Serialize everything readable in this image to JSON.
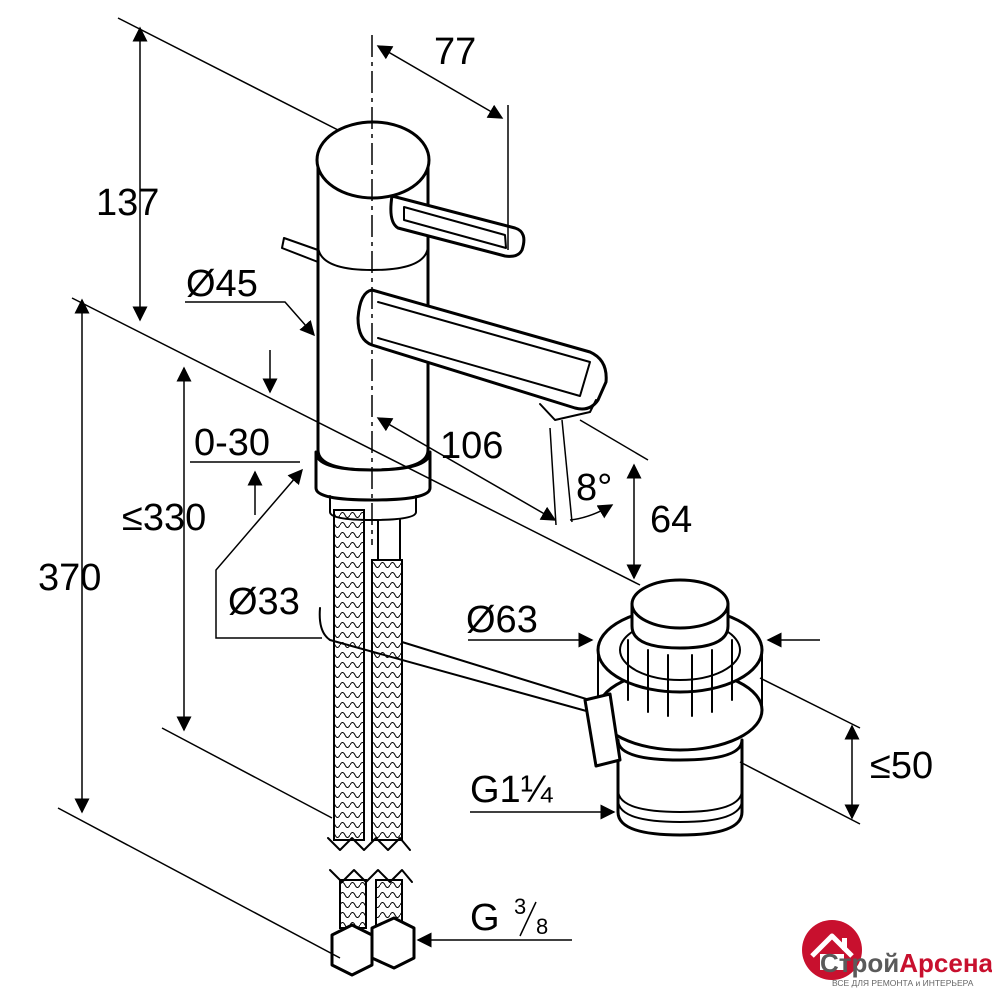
{
  "dimensions": {
    "d77": "77",
    "d137": "137",
    "d45": "Ø45",
    "d0_30": "0-30",
    "d330": "≤330",
    "d106": "106",
    "d8deg": "8°",
    "d64": "64",
    "d370": "370",
    "d33": "Ø33",
    "d63": "Ø63",
    "d50": "≤50",
    "g114": "G1¼",
    "g38_g": "G",
    "g38_num": "3",
    "g38_den": "8"
  },
  "brand": {
    "name_part1": "Строй",
    "name_part2": "Арсенал",
    "tagline": "ВСЕ ДЛЯ РЕМОНТА и ИНТЕРЬЕРА",
    "accent_color": "#c8102e"
  }
}
